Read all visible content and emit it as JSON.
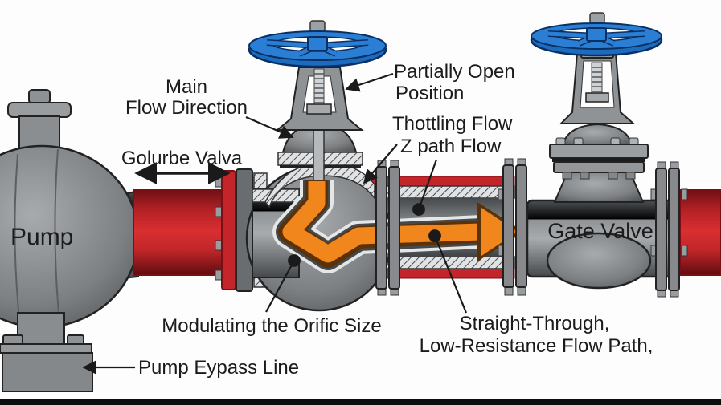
{
  "diagram": {
    "labels": {
      "main_flow_line1": "Main",
      "main_flow_line2": "Flow Direction",
      "globe_valve": "Golurbe Valva",
      "pump": "Pump",
      "partially_open_line1": "Partially Open",
      "partially_open_line2": "Position",
      "throttling_flow": "Thottling Flow",
      "z_path_flow": "Z path Flow",
      "gate_valve": "Gate Valve",
      "modulating_orifice": "Modulating the Orific Size",
      "straight_through_line1": "Straight-Through,",
      "straight_through_line2": "Low-Resistance Flow Path,",
      "pump_bypass": "Pump Eypass Line"
    },
    "icons": [
      "bidirectional-flow-arrow",
      "throttled-z-flow-arrow",
      "leader-arrowheads",
      "leader-dots",
      "handwheel"
    ],
    "colors": {
      "pipe_red": "#c4252a",
      "pipe_red_dark": "#6f1013",
      "handwheel_blue": "#2a7fd4",
      "handwheel_blue_dark": "#0a2f63",
      "flow_orange": "#f1861c",
      "flow_orange_dark": "#5b3208",
      "metal_gray": "#95989b",
      "outline": "#222222",
      "label_text": "#1b1b1b",
      "background": "#fdfdfd",
      "bottom_bar": "#0d0d0d"
    }
  }
}
